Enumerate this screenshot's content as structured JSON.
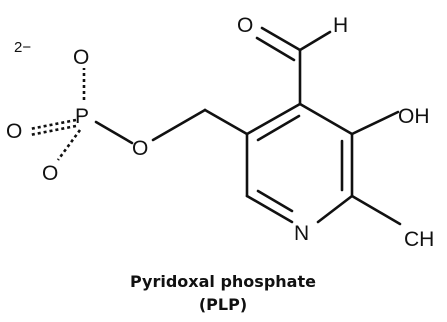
{
  "molecule": {
    "charge": "2−",
    "atoms": {
      "o_top": "O",
      "o_left": "O",
      "o_bottom": "O",
      "p": "P",
      "o_ester": "O",
      "o_aldehyde": "O",
      "h_aldehyde": "H",
      "oh": "OH",
      "n": "N",
      "ch3": "CH"
    }
  },
  "caption": {
    "line1": "Pyridoxal phosphate",
    "line2": "(PLP)"
  }
}
